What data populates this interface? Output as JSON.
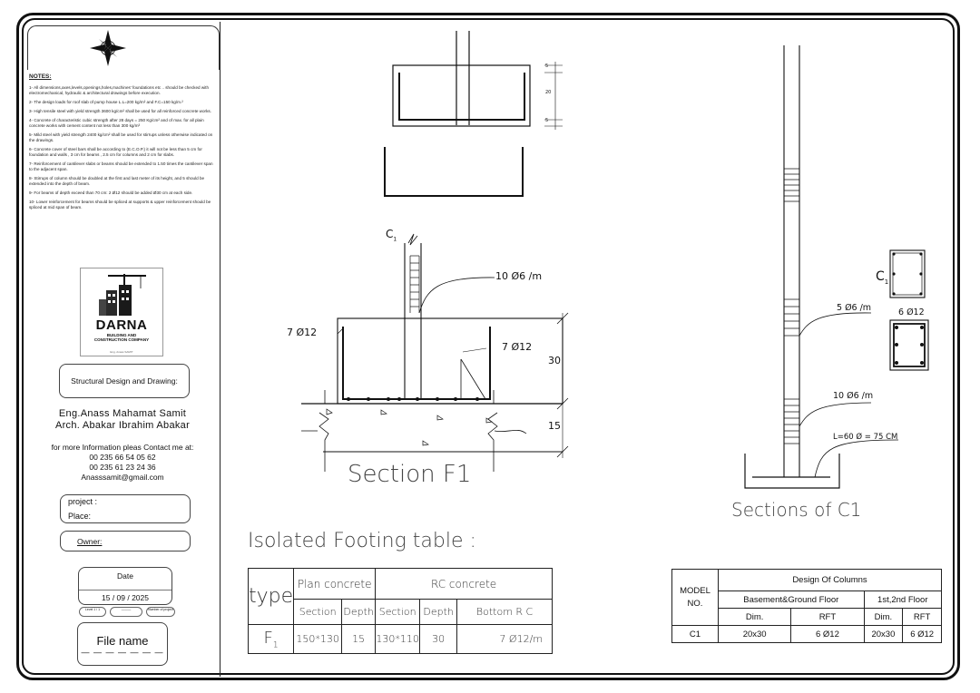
{
  "notes": {
    "title": "NOTES:",
    "items": [
      "1- All dimensions,axes,levels,openings,holes,machines' foundations etc .. should be checked with electromechanical, hydraulic & architectural drawings before execution.",
      "2- The design loads for roof slab of pump house L.L=200 kg/m² and F.C=150 kg/m.²",
      "3- High tensile steel with yield strength 3600 kg/cm² shall be used for all reinforced concrete works.",
      "4- Concrete of characteristic cubic strength after 28 days = 250 Kg/cm² and of max. for all plain concrete works with cement content not less than 300 kg/m³",
      "5- Mild steel with yield strength 2400 kg/cm² shall be used for stirrups unless otherwise indicated on the drawings.",
      "6- Concrete cover of steel bars shall be according to (E.C.O.P.) it will not be less than 5 cm for foundation and walls , 3 cm for beams , 2.5 cm for columns and 2 cm for slabs.",
      "7- Reinforcement of cantilever slabs or beams should be extended to 1.50 times the cantilever span to the adjacent span.",
      "8- Stirrups of column should be doubled at the first and last meter of its height, and 5 should be extended into the depth of beam.",
      "9- For beams of depth exceed than 70 cm: 2 Ø12 should be added Ø30 cm at each side.",
      "10- Lower reinforcement for beams should be spliced at supports & upper reinforcement should be spliced at mid span of beam."
    ]
  },
  "logo": {
    "name": "DARNA",
    "sub1": "BUILDING AND",
    "sub2": "CONSTRUCTION COMPANY",
    "foot": "Eng. Anass SAMIT"
  },
  "design_box": "Structural Design and Drawing:",
  "engineers": [
    "Eng.Anass Mahamat Samit",
    "Arch. Abakar Ibrahim Abakar"
  ],
  "contact": {
    "intro": "for more Information pleas Contact me at:",
    "phone1": "00 235 66 54 05 62",
    "phone2": "00 235 61 23 24 36",
    "email": "Anasssamit@gmail.com"
  },
  "project": {
    "label": "project :",
    "place_label": "Place:"
  },
  "owner_label": "Owner:",
  "date": {
    "label": "Date",
    "value": "15 / 09 / 2025",
    "mini": [
      "Level\n1 / 1",
      "———",
      "Number of project"
    ]
  },
  "file_name": {
    "label": "File name",
    "dashes": "— — — — — — —"
  },
  "section_f1": {
    "title": "Section F1",
    "column_label": "C",
    "column_sub": "1",
    "stirrup_label": "10 Ø6 /m",
    "bar_left": "7 Ø12",
    "bar_right": "7 Ø12",
    "dim_30": "30",
    "dim_15": "15",
    "top_dims": [
      "5",
      "20",
      "5"
    ]
  },
  "sections_c1": {
    "title": "Sections of C1",
    "label_5phi6": "5 Ø6 /m",
    "label_10phi6": "10 Ø6 /m",
    "label_l60": "L=60  Ø = 75 CM",
    "c1_label": "C",
    "c1_sub": "1",
    "bars_label": "6 Ø12"
  },
  "footing_table": {
    "title": "Isolated Footing table :",
    "type_header": "type",
    "plan_header": "Plan concrete",
    "rc_header": "RC concrete",
    "sub_headers": [
      "Section",
      "Depth",
      "Section",
      "Depth",
      "Bottom R C"
    ],
    "row": {
      "type": "F",
      "type_sub": "1",
      "cells": [
        "150*130",
        "15",
        "130*110",
        "30",
        "7 Ø12/m"
      ]
    }
  },
  "column_table": {
    "title": "Design Of Columns",
    "model_header": "MODEL NO.",
    "group1": "Basement&Ground Floor",
    "group2": "1st,2nd Floor",
    "sub_headers": [
      "Dim.",
      "RFT",
      "Dim.",
      "RFT"
    ],
    "row": [
      "C1",
      "20x30",
      "6 Ø12",
      "20x30",
      "6 Ø12"
    ]
  },
  "colors": {
    "line": "#111111",
    "paper": "#ffffff"
  },
  "icons": [
    "compass-rose-icon",
    "crane-building-icon"
  ]
}
